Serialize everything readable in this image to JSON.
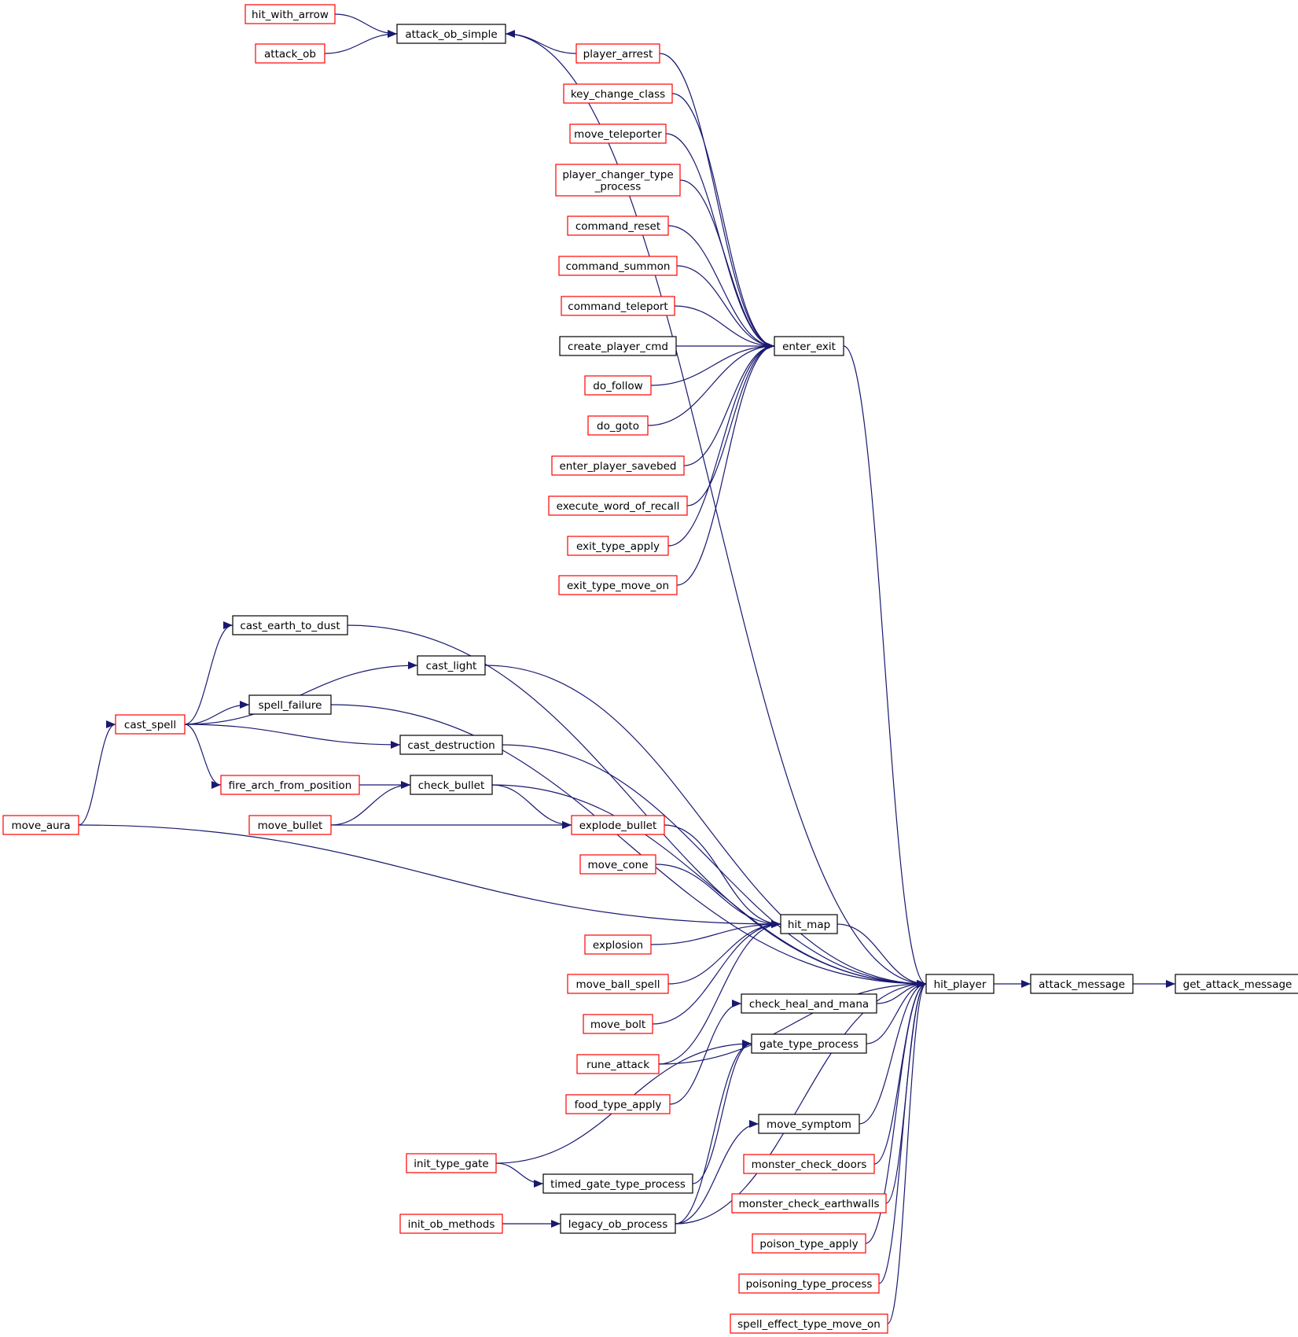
{
  "colors": {
    "edge": "#191970",
    "node_normal": "#000000",
    "node_truncated": "#ff0000",
    "node_root_fill": "#bfbfbf"
  },
  "nodes": [
    {
      "id": "get_attack_message",
      "label": "get_attack_message",
      "kind": "root"
    },
    {
      "id": "attack_message",
      "label": "attack_message",
      "kind": "normal"
    },
    {
      "id": "hit_player",
      "label": "hit_player",
      "kind": "normal"
    },
    {
      "id": "attack_ob_simple",
      "label": "attack_ob_simple",
      "kind": "normal"
    },
    {
      "id": "hit_with_arrow",
      "label": "hit_with_arrow",
      "kind": "truncated"
    },
    {
      "id": "attack_ob",
      "label": "attack_ob",
      "kind": "truncated"
    },
    {
      "id": "player_arrest",
      "label": "player_arrest",
      "kind": "truncated"
    },
    {
      "id": "enter_exit",
      "label": "enter_exit",
      "kind": "normal"
    },
    {
      "id": "key_change_class",
      "label": "key_change_class",
      "kind": "truncated"
    },
    {
      "id": "move_teleporter",
      "label": "move_teleporter",
      "kind": "truncated"
    },
    {
      "id": "player_changer_type_process",
      "label": "player_changer_type\n_process",
      "kind": "truncated"
    },
    {
      "id": "command_reset",
      "label": "command_reset",
      "kind": "truncated"
    },
    {
      "id": "command_summon",
      "label": "command_summon",
      "kind": "truncated"
    },
    {
      "id": "command_teleport",
      "label": "command_teleport",
      "kind": "truncated"
    },
    {
      "id": "create_player_cmd",
      "label": "create_player_cmd",
      "kind": "normal"
    },
    {
      "id": "do_follow",
      "label": "do_follow",
      "kind": "truncated"
    },
    {
      "id": "do_goto",
      "label": "do_goto",
      "kind": "truncated"
    },
    {
      "id": "enter_player_savebed",
      "label": "enter_player_savebed",
      "kind": "truncated"
    },
    {
      "id": "execute_word_of_recall",
      "label": "execute_word_of_recall",
      "kind": "truncated"
    },
    {
      "id": "exit_type_apply",
      "label": "exit_type_apply",
      "kind": "truncated"
    },
    {
      "id": "exit_type_move_on",
      "label": "exit_type_move_on",
      "kind": "truncated"
    },
    {
      "id": "cast_earth_to_dust",
      "label": "cast_earth_to_dust",
      "kind": "normal"
    },
    {
      "id": "cast_light",
      "label": "cast_light",
      "kind": "normal"
    },
    {
      "id": "spell_failure",
      "label": "spell_failure",
      "kind": "normal"
    },
    {
      "id": "cast_spell",
      "label": "cast_spell",
      "kind": "truncated"
    },
    {
      "id": "cast_destruction",
      "label": "cast_destruction",
      "kind": "normal"
    },
    {
      "id": "fire_arch_from_position",
      "label": "fire_arch_from_position",
      "kind": "truncated"
    },
    {
      "id": "check_bullet",
      "label": "check_bullet",
      "kind": "normal"
    },
    {
      "id": "move_aura",
      "label": "move_aura",
      "kind": "truncated"
    },
    {
      "id": "move_bullet",
      "label": "move_bullet",
      "kind": "truncated"
    },
    {
      "id": "explode_bullet",
      "label": "explode_bullet",
      "kind": "truncated"
    },
    {
      "id": "move_cone",
      "label": "move_cone",
      "kind": "truncated"
    },
    {
      "id": "hit_map",
      "label": "hit_map",
      "kind": "normal"
    },
    {
      "id": "explosion",
      "label": "explosion",
      "kind": "truncated"
    },
    {
      "id": "move_ball_spell",
      "label": "move_ball_spell",
      "kind": "truncated"
    },
    {
      "id": "move_bolt",
      "label": "move_bolt",
      "kind": "truncated"
    },
    {
      "id": "rune_attack",
      "label": "rune_attack",
      "kind": "truncated"
    },
    {
      "id": "check_heal_and_mana",
      "label": "check_heal_and_mana",
      "kind": "normal"
    },
    {
      "id": "food_type_apply",
      "label": "food_type_apply",
      "kind": "truncated"
    },
    {
      "id": "gate_type_process",
      "label": "gate_type_process",
      "kind": "normal"
    },
    {
      "id": "init_type_gate",
      "label": "init_type_gate",
      "kind": "truncated"
    },
    {
      "id": "timed_gate_type_process",
      "label": "timed_gate_type_process",
      "kind": "normal"
    },
    {
      "id": "init_ob_methods",
      "label": "init_ob_methods",
      "kind": "truncated"
    },
    {
      "id": "legacy_ob_process",
      "label": "legacy_ob_process",
      "kind": "normal"
    },
    {
      "id": "move_symptom",
      "label": "move_symptom",
      "kind": "normal"
    },
    {
      "id": "monster_check_doors",
      "label": "monster_check_doors",
      "kind": "truncated"
    },
    {
      "id": "monster_check_earthwalls",
      "label": "monster_check_earthwalls",
      "kind": "truncated"
    },
    {
      "id": "poison_type_apply",
      "label": "poison_type_apply",
      "kind": "truncated"
    },
    {
      "id": "poisoning_type_process",
      "label": "poisoning_type_process",
      "kind": "truncated"
    },
    {
      "id": "spell_effect_type_move_on",
      "label": "spell_effect_type_move_on",
      "kind": "truncated"
    }
  ],
  "edges": [
    {
      "from": "hit_with_arrow",
      "to": "attack_ob_simple"
    },
    {
      "from": "attack_ob",
      "to": "attack_ob_simple"
    },
    {
      "from": "player_arrest",
      "to": "attack_ob_simple"
    },
    {
      "from": "attack_ob_simple",
      "to": "hit_player"
    },
    {
      "from": "player_arrest",
      "to": "enter_exit"
    },
    {
      "from": "key_change_class",
      "to": "enter_exit"
    },
    {
      "from": "move_teleporter",
      "to": "enter_exit"
    },
    {
      "from": "player_changer_type_process",
      "to": "enter_exit"
    },
    {
      "from": "command_reset",
      "to": "enter_exit"
    },
    {
      "from": "command_summon",
      "to": "enter_exit"
    },
    {
      "from": "command_teleport",
      "to": "enter_exit"
    },
    {
      "from": "create_player_cmd",
      "to": "enter_exit"
    },
    {
      "from": "do_follow",
      "to": "enter_exit"
    },
    {
      "from": "do_goto",
      "to": "enter_exit"
    },
    {
      "from": "enter_player_savebed",
      "to": "enter_exit"
    },
    {
      "from": "execute_word_of_recall",
      "to": "enter_exit"
    },
    {
      "from": "exit_type_apply",
      "to": "enter_exit"
    },
    {
      "from": "exit_type_move_on",
      "to": "enter_exit"
    },
    {
      "from": "enter_exit",
      "to": "hit_player"
    },
    {
      "from": "cast_earth_to_dust",
      "to": "hit_player"
    },
    {
      "from": "cast_light",
      "to": "hit_player"
    },
    {
      "from": "spell_failure",
      "to": "hit_player"
    },
    {
      "from": "cast_destruction",
      "to": "hit_player"
    },
    {
      "from": "check_bullet",
      "to": "hit_player"
    },
    {
      "from": "cast_spell",
      "to": "cast_earth_to_dust"
    },
    {
      "from": "cast_spell",
      "to": "cast_light"
    },
    {
      "from": "cast_spell",
      "to": "spell_failure"
    },
    {
      "from": "cast_spell",
      "to": "cast_destruction"
    },
    {
      "from": "cast_spell",
      "to": "fire_arch_from_position"
    },
    {
      "from": "move_aura",
      "to": "cast_spell"
    },
    {
      "from": "move_aura",
      "to": "hit_map"
    },
    {
      "from": "fire_arch_from_position",
      "to": "check_bullet"
    },
    {
      "from": "move_bullet",
      "to": "check_bullet"
    },
    {
      "from": "move_bullet",
      "to": "explode_bullet"
    },
    {
      "from": "check_bullet",
      "to": "explode_bullet"
    },
    {
      "from": "explode_bullet",
      "to": "hit_map"
    },
    {
      "from": "move_cone",
      "to": "hit_map"
    },
    {
      "from": "explosion",
      "to": "hit_map"
    },
    {
      "from": "move_ball_spell",
      "to": "hit_map"
    },
    {
      "from": "move_bolt",
      "to": "hit_map"
    },
    {
      "from": "rune_attack",
      "to": "hit_map"
    },
    {
      "from": "hit_map",
      "to": "hit_player"
    },
    {
      "from": "rune_attack",
      "to": "hit_player"
    },
    {
      "from": "check_heal_and_mana",
      "to": "hit_player"
    },
    {
      "from": "food_type_apply",
      "to": "check_heal_and_mana"
    },
    {
      "from": "gate_type_process",
      "to": "hit_player"
    },
    {
      "from": "init_type_gate",
      "to": "gate_type_process"
    },
    {
      "from": "init_type_gate",
      "to": "timed_gate_type_process"
    },
    {
      "from": "timed_gate_type_process",
      "to": "gate_type_process"
    },
    {
      "from": "legacy_ob_process",
      "to": "gate_type_process"
    },
    {
      "from": "init_ob_methods",
      "to": "legacy_ob_process"
    },
    {
      "from": "legacy_ob_process",
      "to": "hit_player"
    },
    {
      "from": "legacy_ob_process",
      "to": "move_symptom"
    },
    {
      "from": "move_symptom",
      "to": "hit_player"
    },
    {
      "from": "monster_check_doors",
      "to": "hit_player"
    },
    {
      "from": "monster_check_earthwalls",
      "to": "hit_player"
    },
    {
      "from": "poison_type_apply",
      "to": "hit_player"
    },
    {
      "from": "poisoning_type_process",
      "to": "hit_player"
    },
    {
      "from": "spell_effect_type_move_on",
      "to": "hit_player"
    },
    {
      "from": "hit_player",
      "to": "attack_message"
    },
    {
      "from": "attack_message",
      "to": "get_attack_message"
    }
  ]
}
